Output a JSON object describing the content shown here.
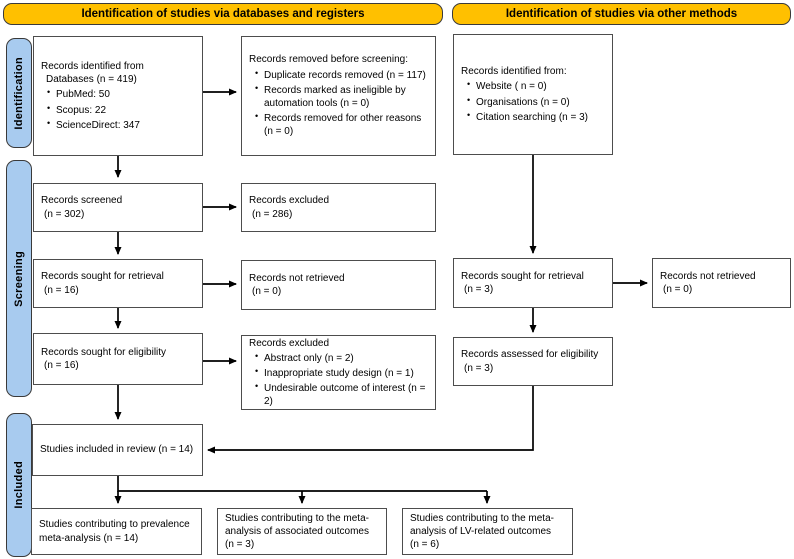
{
  "headers": {
    "databases": "Identification of studies via databases and registers",
    "other_methods": "Identification of studies via other methods"
  },
  "sidebar": {
    "identification": "Identification",
    "screening": "Screening",
    "included": "Included"
  },
  "colors": {
    "header_bg": "#FFC000",
    "sidebar_bg": "#A8CBEF",
    "band_border": "#3A3A3A",
    "box_border": "#4D4D4D",
    "arrow": "#000000"
  },
  "boxes": {
    "records_identified_db": {
      "lines": [
        "Records identified from",
        "Databases (n = 419)"
      ],
      "bullets": [
        "PubMed: 50",
        "Scopus: 22",
        "ScienceDirect: 347"
      ]
    },
    "records_removed": {
      "title": "Records removed before screening:",
      "bullets": [
        "Duplicate records removed (n = 117)",
        "Records marked as ineligible by automation tools (n = 0)",
        "Records removed for other reasons (n = 0)"
      ]
    },
    "records_identified_other": {
      "title": "Records identified from:",
      "bullets": [
        "Website ( n = 0)",
        "Organisations (n = 0)",
        "Citation searching (n = 3)"
      ]
    },
    "records_screened": {
      "lines": [
        "Records screened",
        "(n = 302)"
      ]
    },
    "records_excluded_screening": {
      "lines": [
        "Records excluded",
        "(n = 286)"
      ]
    },
    "sought_retrieval_db": {
      "lines": [
        "Records sought for retrieval",
        "(n = 16)"
      ]
    },
    "not_retrieved_db": {
      "lines": [
        "Records not retrieved",
        "(n = 0)"
      ]
    },
    "sought_retrieval_other": {
      "lines": [
        "Records sought for retrieval",
        "(n = 3)"
      ]
    },
    "not_retrieved_other": {
      "lines": [
        "Records not retrieved",
        "(n = 0)"
      ]
    },
    "sought_eligibility": {
      "lines": [
        "Records sought for eligibility",
        "(n = 16)"
      ]
    },
    "records_excluded_eligibility": {
      "title": "Records excluded",
      "bullets": [
        "Abstract only (n = 2)",
        "Inappropriate study design (n = 1)",
        "Undesirable outcome of interest (n = 2)"
      ]
    },
    "assessed_eligibility": {
      "lines": [
        "Records assessed for eligibility",
        "(n = 3)"
      ]
    },
    "included_review": {
      "lines": [
        "Studies included in review (n = 14)"
      ]
    },
    "prevalence_meta": {
      "lines": [
        "Studies contributing to prevalence",
        "meta-analysis (n = 14)"
      ]
    },
    "associated_meta": {
      "lines": [
        "Studies contributing to the meta-",
        "analysis of associated outcomes",
        "(n = 3)"
      ]
    },
    "lv_meta": {
      "lines": [
        "Studies contributing to the meta-",
        "analysis of LV-related outcomes",
        "(n = 6)"
      ]
    }
  }
}
